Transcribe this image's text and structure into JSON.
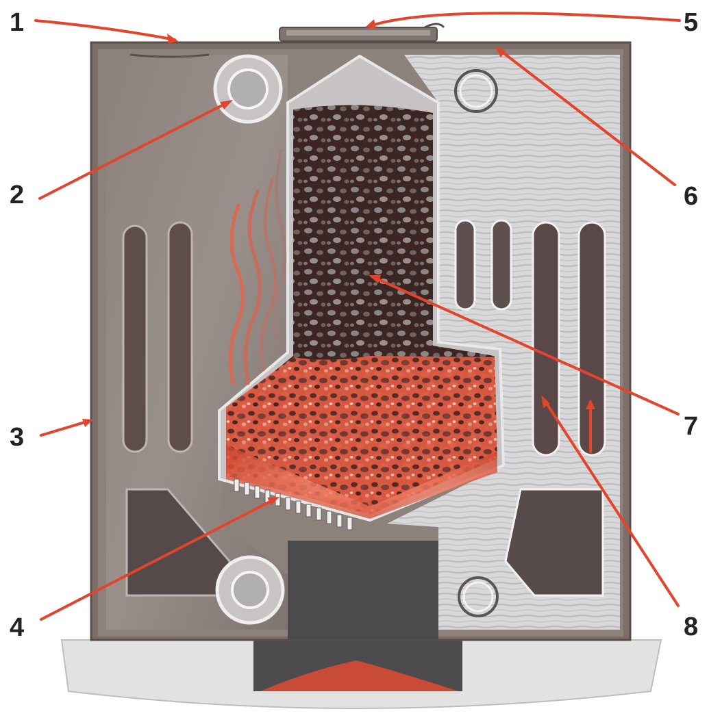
{
  "callouts": [
    "1",
    "2",
    "3",
    "4",
    "5",
    "6",
    "7",
    "8"
  ],
  "colors": {
    "arrow": "#e2452c",
    "casing": "#7d6f68",
    "left_water": "#8c8480",
    "right_water": "#d7d6d8",
    "coal": "#3a2724",
    "ember": "#e8644a",
    "base": "#dcdcdc"
  }
}
